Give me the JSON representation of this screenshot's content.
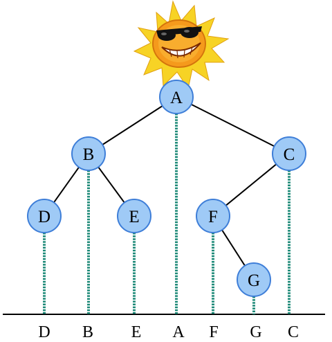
{
  "tree": {
    "nodes": [
      {
        "id": "A",
        "label": "A"
      },
      {
        "id": "B",
        "label": "B"
      },
      {
        "id": "C",
        "label": "C"
      },
      {
        "id": "D",
        "label": "D"
      },
      {
        "id": "E",
        "label": "E"
      },
      {
        "id": "F",
        "label": "F"
      },
      {
        "id": "G",
        "label": "G"
      }
    ],
    "edges": [
      [
        "A",
        "B"
      ],
      [
        "A",
        "C"
      ],
      [
        "B",
        "D"
      ],
      [
        "B",
        "E"
      ],
      [
        "C",
        "F"
      ],
      [
        "F",
        "G"
      ]
    ],
    "projection_order": [
      "D",
      "B",
      "E",
      "A",
      "F",
      "G",
      "C"
    ]
  },
  "colors": {
    "node_fill": "#9fcaf6",
    "node_stroke": "#3e7ed8",
    "dotted_line": "#1e8a78",
    "edge": "#000000",
    "sun_rays": "#f7d325",
    "sun_face": "#f59a1c"
  },
  "decor": {
    "icon": "sun-with-sunglasses-icon"
  }
}
